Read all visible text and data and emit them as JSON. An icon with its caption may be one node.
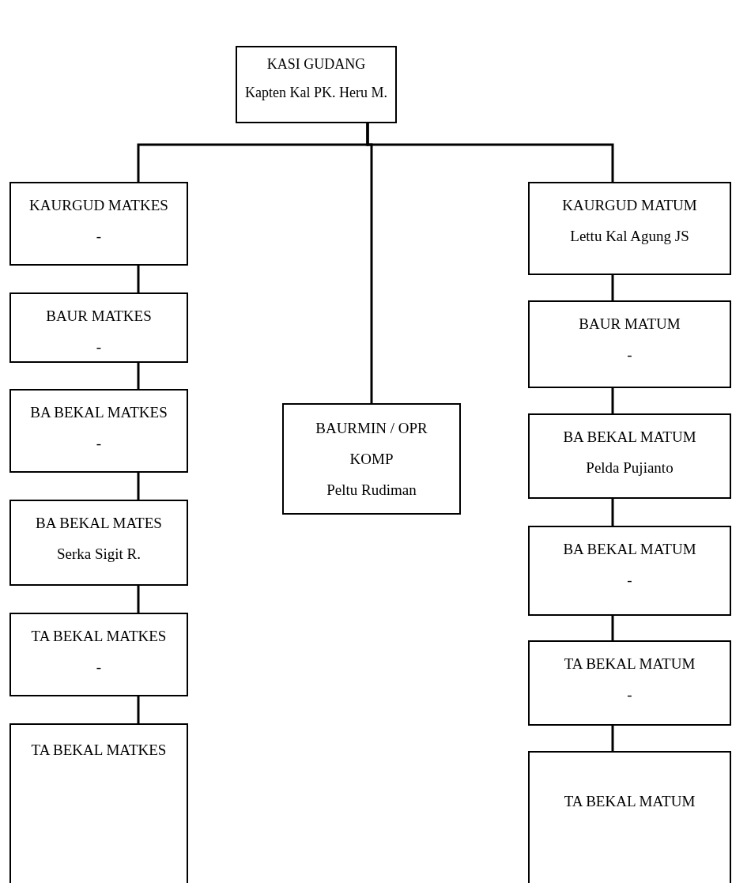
{
  "diagram": {
    "nodes": [
      {
        "text": [
          "KASI GUDANG",
          "Kapten Kal PK. Heru M."
        ]
      },
      {
        "text": [
          "KAURGUD MATKES",
          "-"
        ]
      },
      {
        "text": [
          "BAUR MATKES",
          "-"
        ]
      },
      {
        "text": [
          "BA BEKAL MATKES",
          "-"
        ]
      },
      {
        "text": [
          "BA BEKAL MATES",
          "Serka Sigit R."
        ]
      },
      {
        "text": [
          "TA BEKAL MATKES",
          "-"
        ]
      },
      {
        "text": [
          "TA BEKAL MATKES"
        ]
      },
      {
        "text": [
          "BAURMIN / OPR KOMP",
          "Peltu Rudiman"
        ]
      },
      {
        "text": [
          "KAURGUD MATUM",
          "Lettu Kal Agung JS"
        ]
      },
      {
        "text": [
          "BAUR MATUM",
          "-"
        ]
      },
      {
        "text": [
          "BA BEKAL MATUM",
          "Pelda Pujianto"
        ]
      },
      {
        "text": [
          "BA BEKAL MATUM",
          "-"
        ]
      },
      {
        "text": [
          "TA BEKAL MATUM",
          "-"
        ]
      },
      {
        "text": [
          "TA BEKAL MATUM"
        ]
      }
    ],
    "edges": [
      {
        "from": 0,
        "to": 1,
        "arrow": "none"
      },
      {
        "from": 0,
        "to": 7,
        "arrow": "none"
      },
      {
        "from": 0,
        "to": 8,
        "arrow": "none"
      },
      {
        "from": 1,
        "to": 2,
        "arrow": "none"
      },
      {
        "from": 2,
        "to": 3,
        "arrow": "none"
      },
      {
        "from": 3,
        "to": 4,
        "arrow": "none"
      },
      {
        "from": 4,
        "to": 5,
        "arrow": "none"
      },
      {
        "from": 5,
        "to": 6,
        "arrow": "none"
      },
      {
        "from": 8,
        "to": 9,
        "arrow": "none"
      },
      {
        "from": 9,
        "to": 10,
        "arrow": "none"
      },
      {
        "from": 10,
        "to": 11,
        "arrow": "none"
      },
      {
        "from": 11,
        "to": 12,
        "arrow": "none"
      },
      {
        "from": 12,
        "to": 13,
        "arrow": "none"
      }
    ]
  }
}
